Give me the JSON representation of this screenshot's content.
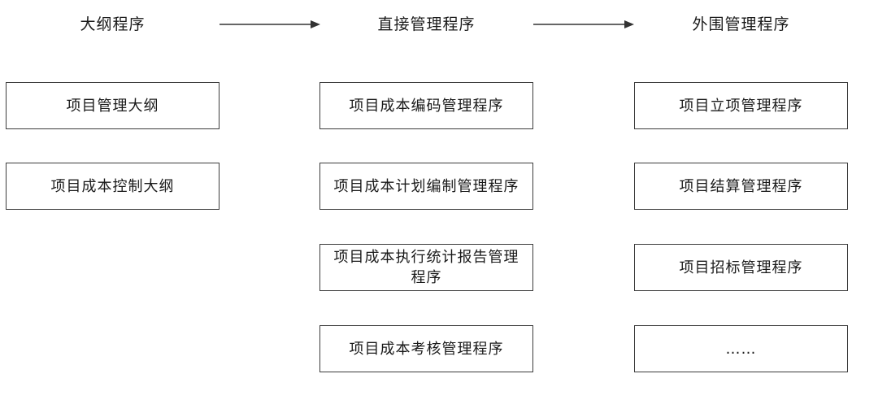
{
  "columns": [
    {
      "header": "大纲程序",
      "items": [
        "项目管理大纲",
        "项目成本控制大纲"
      ]
    },
    {
      "header": "直接管理程序",
      "items": [
        "项目成本编码管理程序",
        "项目成本计划编制管理程序",
        "项目成本执行统计报告管理程序",
        "项目成本考核管理程序"
      ]
    },
    {
      "header": "外围管理程序",
      "items": [
        "项目立项管理程序",
        "项目结算管理程序",
        "项目招标管理程序",
        "……"
      ]
    }
  ]
}
